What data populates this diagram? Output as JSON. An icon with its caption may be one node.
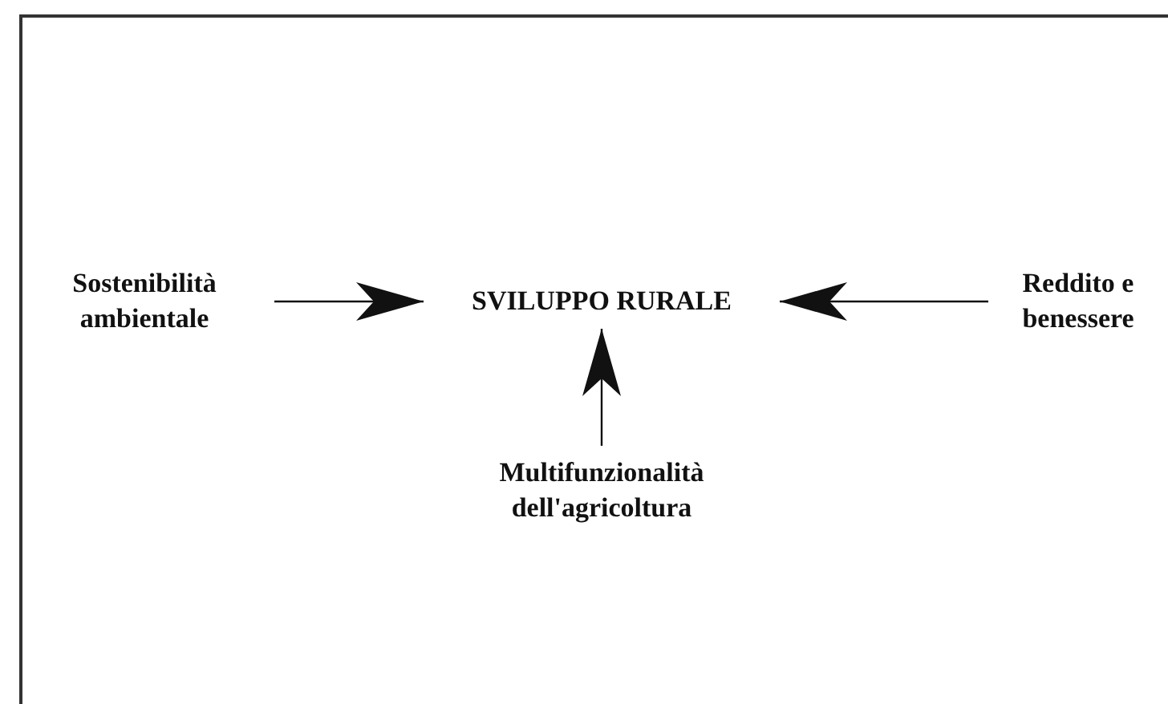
{
  "diagram": {
    "nodes": [
      {
        "text": [
          "Sostenibilità ambientale"
        ]
      },
      {
        "text": [
          "SVILUPPO RURALE"
        ]
      },
      {
        "text": [
          "Reddito e benessere"
        ]
      },
      {
        "text": [
          "Multifunzionalità dell'agricoltura"
        ]
      }
    ],
    "edges": [
      {
        "from": 0,
        "to": 1,
        "arrow": "to"
      },
      {
        "from": 2,
        "to": 1,
        "arrow": "to"
      },
      {
        "from": 3,
        "to": 1,
        "arrow": "to"
      }
    ]
  }
}
